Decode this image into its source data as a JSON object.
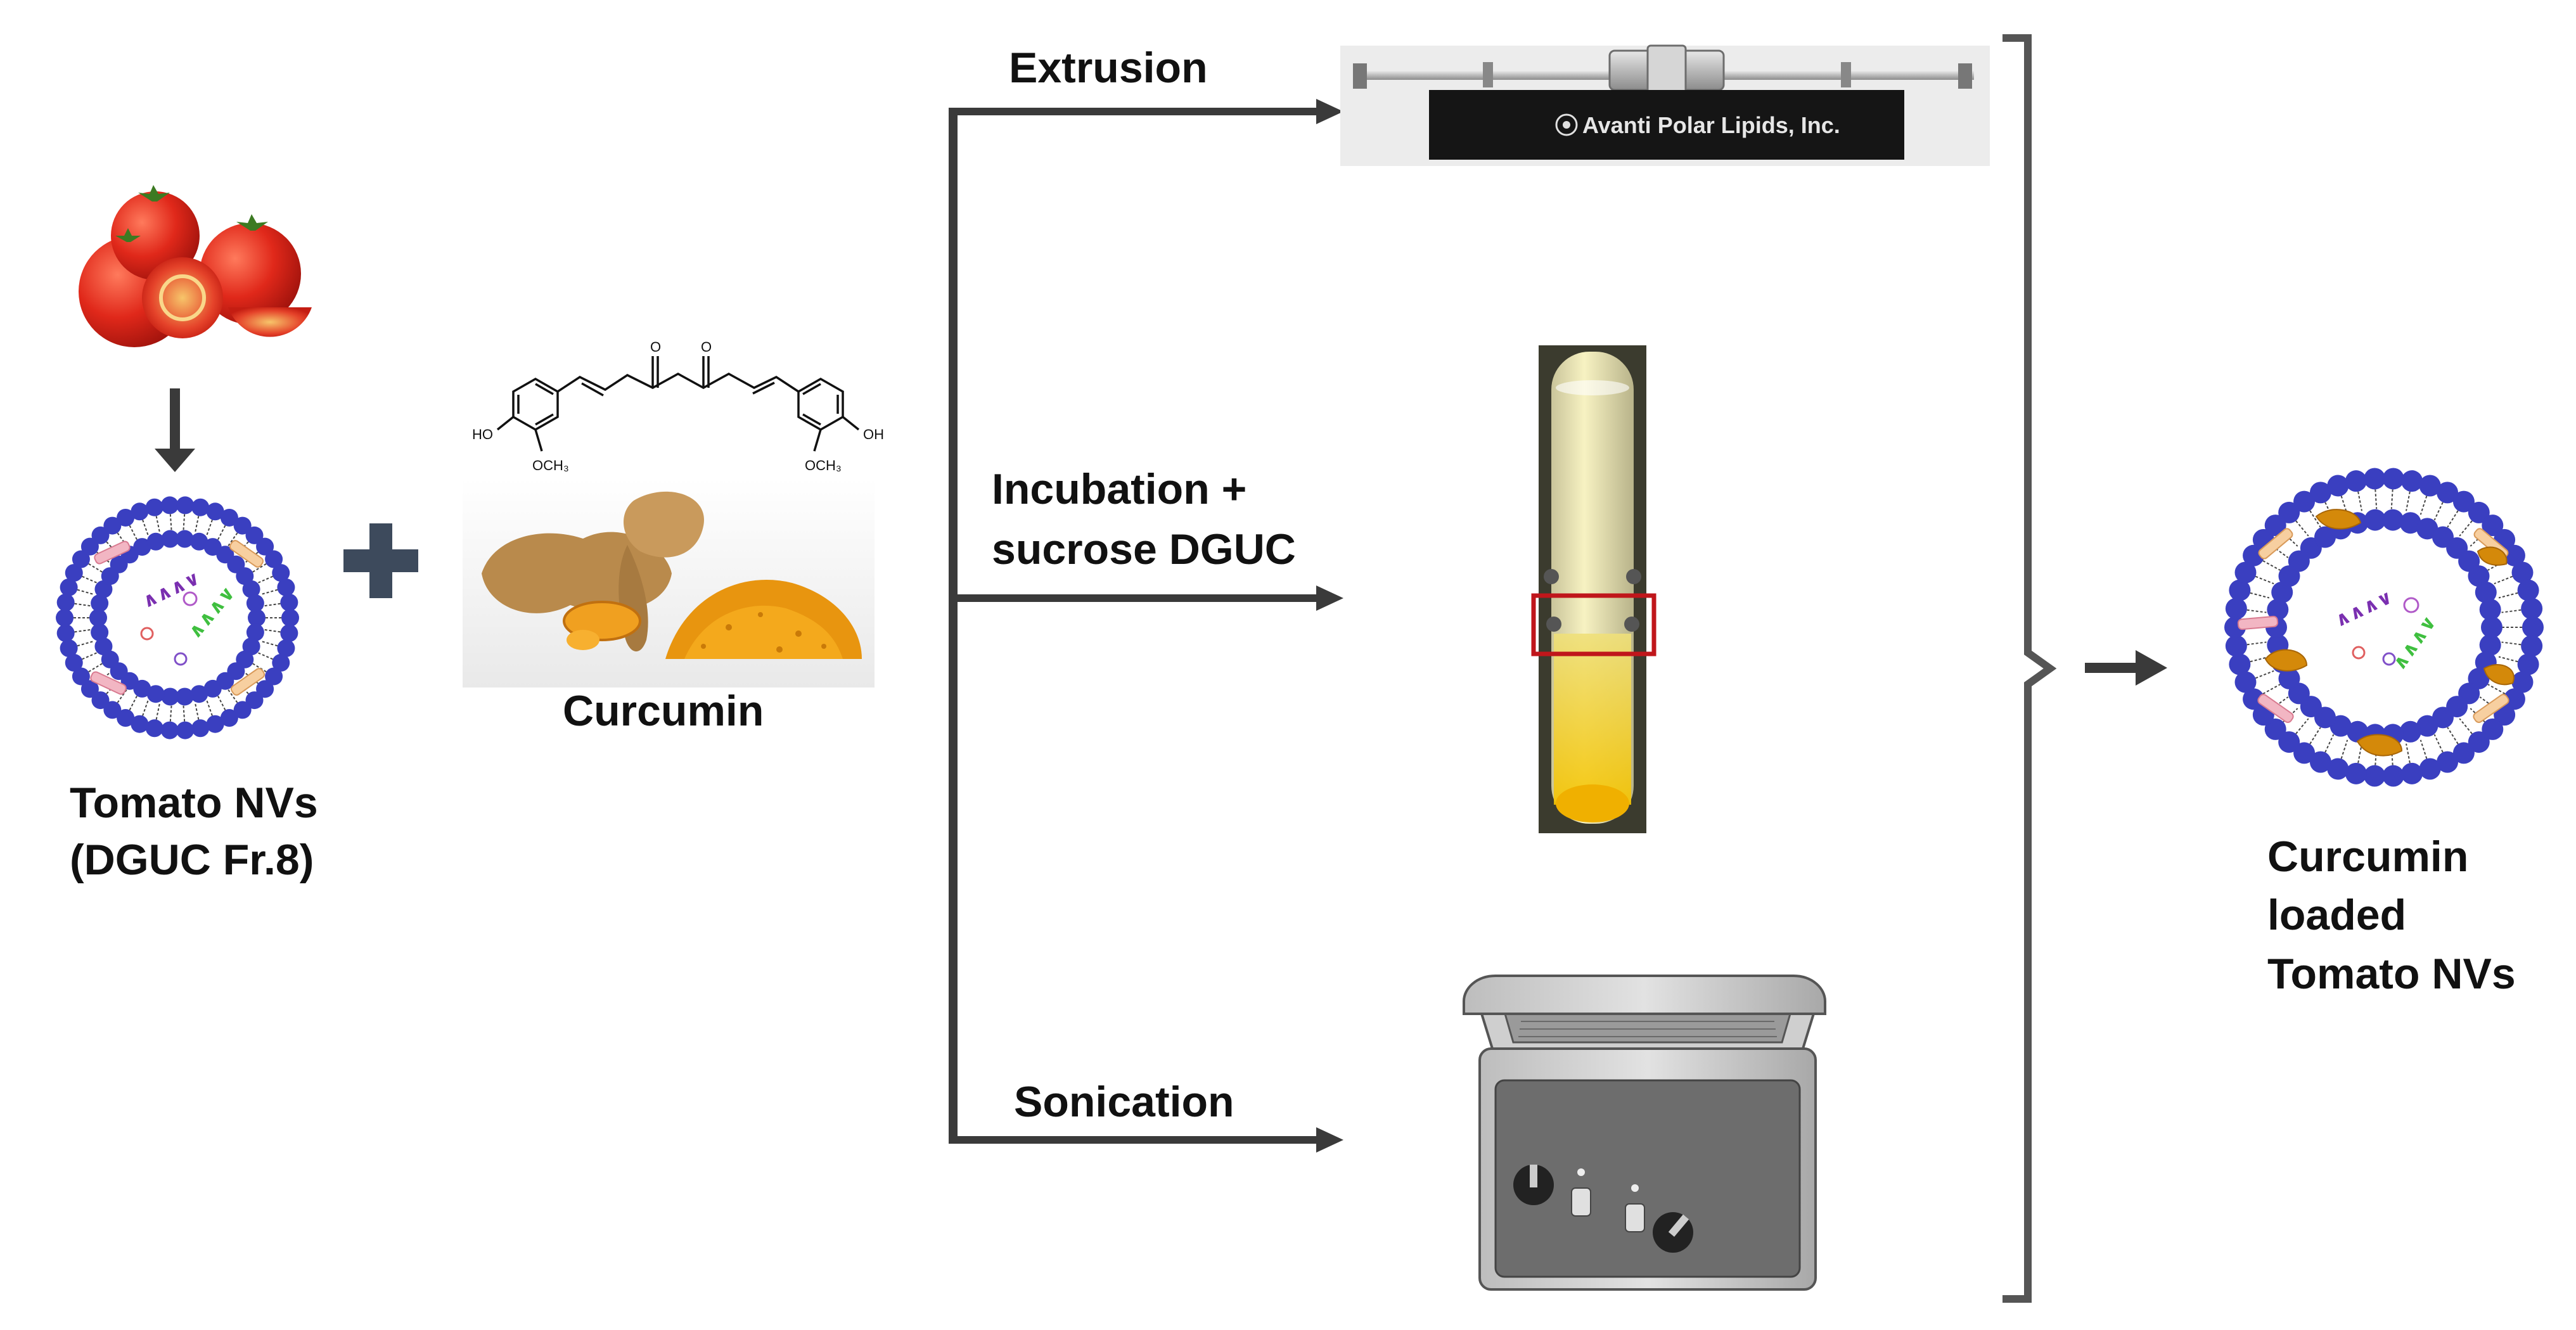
{
  "labels": {
    "tomato_line1": "Tomato NVs",
    "tomato_line2": "(DGUC Fr.8)",
    "curcumin": "Curcumin",
    "extrusion": "Extrusion",
    "incubation_line1": "Incubation +",
    "incubation_line2": "sucrose DGUC",
    "sonication": "Sonication",
    "result_line1": "Curcumin",
    "result_line2": "loaded",
    "result_line3": "Tomato NVs"
  },
  "structure": {
    "ho_left": "HO",
    "och3_left": "OCH₃",
    "oh_right": "OH",
    "och3_right": "OCH₃",
    "carbonyl_1": "O",
    "carbonyl_2": "O"
  },
  "extruder": {
    "brand": "Avanti Polar Lipids, Inc."
  },
  "colors": {
    "lipid_head": "#3a3fc0",
    "arrow": "#3a3a3a",
    "tomato": "#d8291c",
    "curcumin_powder": "#e8950f",
    "tube_band": "#c0161b",
    "tube_liquid": "#f3ec9a"
  }
}
